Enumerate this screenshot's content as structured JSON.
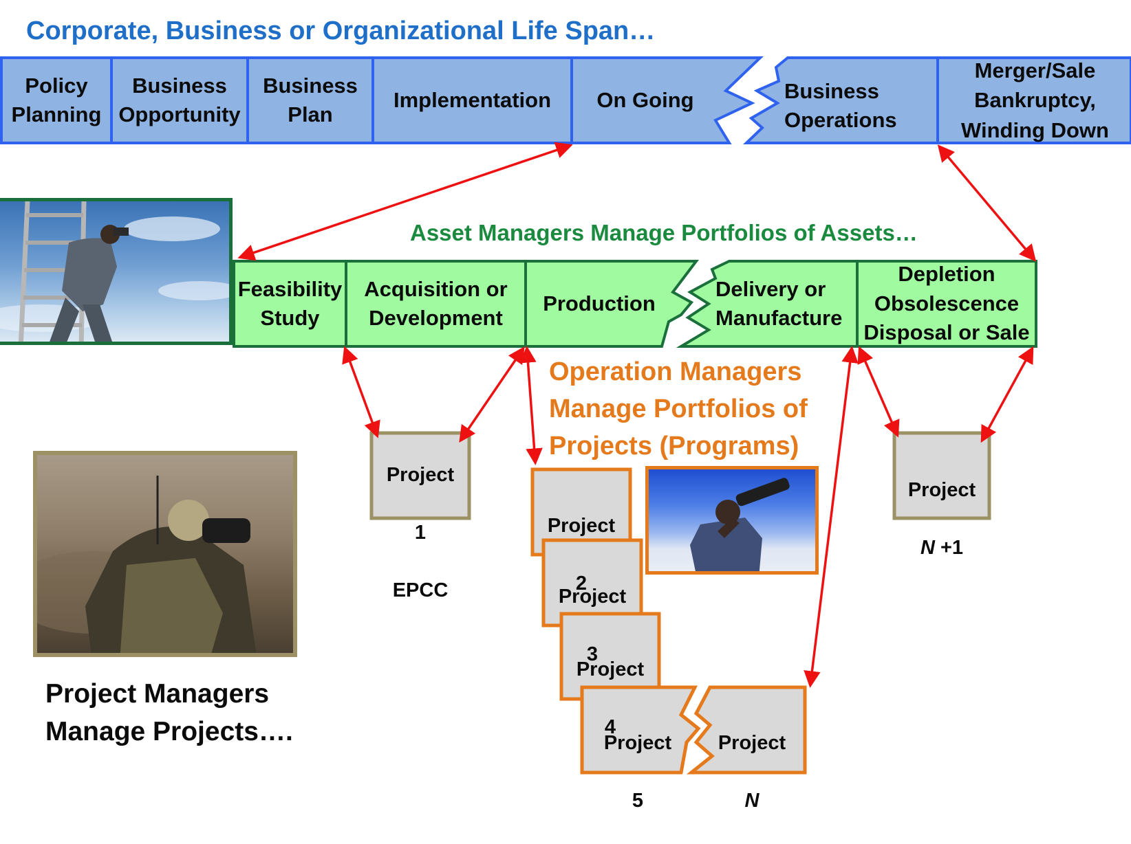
{
  "title": "Corporate,  Business or Organizational Life Span…",
  "lifespan_phases": [
    "Policy\nPlanning",
    "Business\nOpportunity",
    "Business\nPlan",
    "Implementation",
    "On Going",
    "Business\nOperations",
    "Merger/Sale\nBankruptcy,\nWinding Down"
  ],
  "asset_title": "Asset Managers Manage Portfolios of Assets…",
  "asset_phases": [
    "Feasibility\nStudy",
    "Acquisition or\nDevelopment",
    "Production",
    "Delivery or\nManufacture",
    "Depletion\nObsolescence\nDisposal or Sale"
  ],
  "operation_title": [
    "Operation Managers",
    "Manage Portfolios of",
    "Projects (Programs)"
  ],
  "projects": {
    "p1": {
      "line1": "Project",
      "line2": "1",
      "line3": "EPCC"
    },
    "p2": {
      "line1": "Project",
      "line2": "2"
    },
    "p3": {
      "line1": "Project",
      "line2": "3"
    },
    "p4": {
      "line1": "Project",
      "line2": "4"
    },
    "p5": {
      "line1": "Project",
      "line2": "5"
    },
    "pn": {
      "line1": "Project",
      "line2": "N"
    },
    "pn1": {
      "line1": "Project",
      "line2": "N",
      "line2b": " +1"
    }
  },
  "pm_caption": [
    "Project Managers",
    "Manage Projects…."
  ],
  "colors": {
    "blue_fill": "#8fb3e3",
    "blue_border": "#2f62ee",
    "title_blue": "#1f6fc9",
    "green_fill": "#a0fba0",
    "green_border": "#1b6f3a",
    "title_green": "#1a8a3e",
    "orange": "#e57a1c",
    "project_fill": "#d9d9d9",
    "project_border": "#9b9165",
    "arrow": "#ee1111"
  },
  "icons": [
    "ladder-binoculars-photo",
    "soldier-binoculars-photo",
    "telescope-businessman-photo"
  ]
}
